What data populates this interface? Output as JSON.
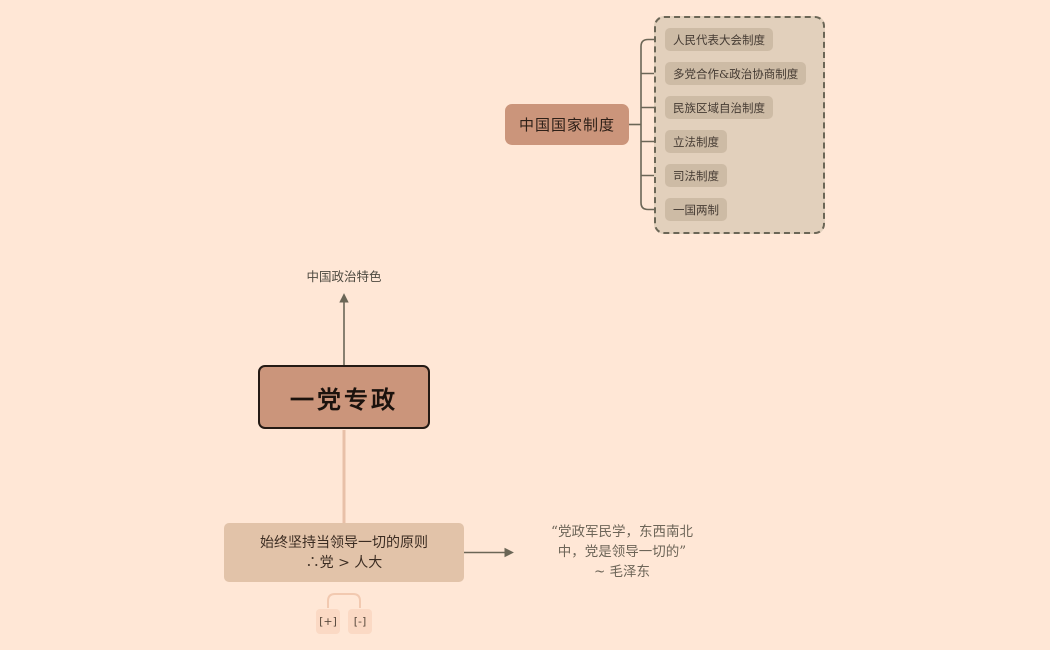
{
  "colors": {
    "background": "#ffe7d6",
    "root_node": "#cb957b",
    "group_fill": "#e2d0bc",
    "leaf_fill": "#cdbba5",
    "connector": "#6b6656",
    "sub_node": "#e2c3a9"
  },
  "branch": {
    "root": "中国国家制度",
    "items": [
      {
        "label": "人民代表大会制度"
      },
      {
        "label": "多党合作&政治协商制度"
      },
      {
        "label": "民族区域自治制度"
      },
      {
        "label": "立法制度"
      },
      {
        "label": "司法制度"
      },
      {
        "label": "一国两制"
      }
    ]
  },
  "topic": {
    "parent_label": "中国政治特色",
    "central": "一党专政",
    "sub_line1": "始终坚持当领导一切的原则",
    "sub_line2": "∴党 > 人大",
    "quote_line1": "“党政军民学，东西南北",
    "quote_line2": "中，党是领导一切的”",
    "quote_line3": "~ 毛泽东"
  },
  "controls": {
    "expand": "[+]",
    "collapse": "[-]"
  }
}
